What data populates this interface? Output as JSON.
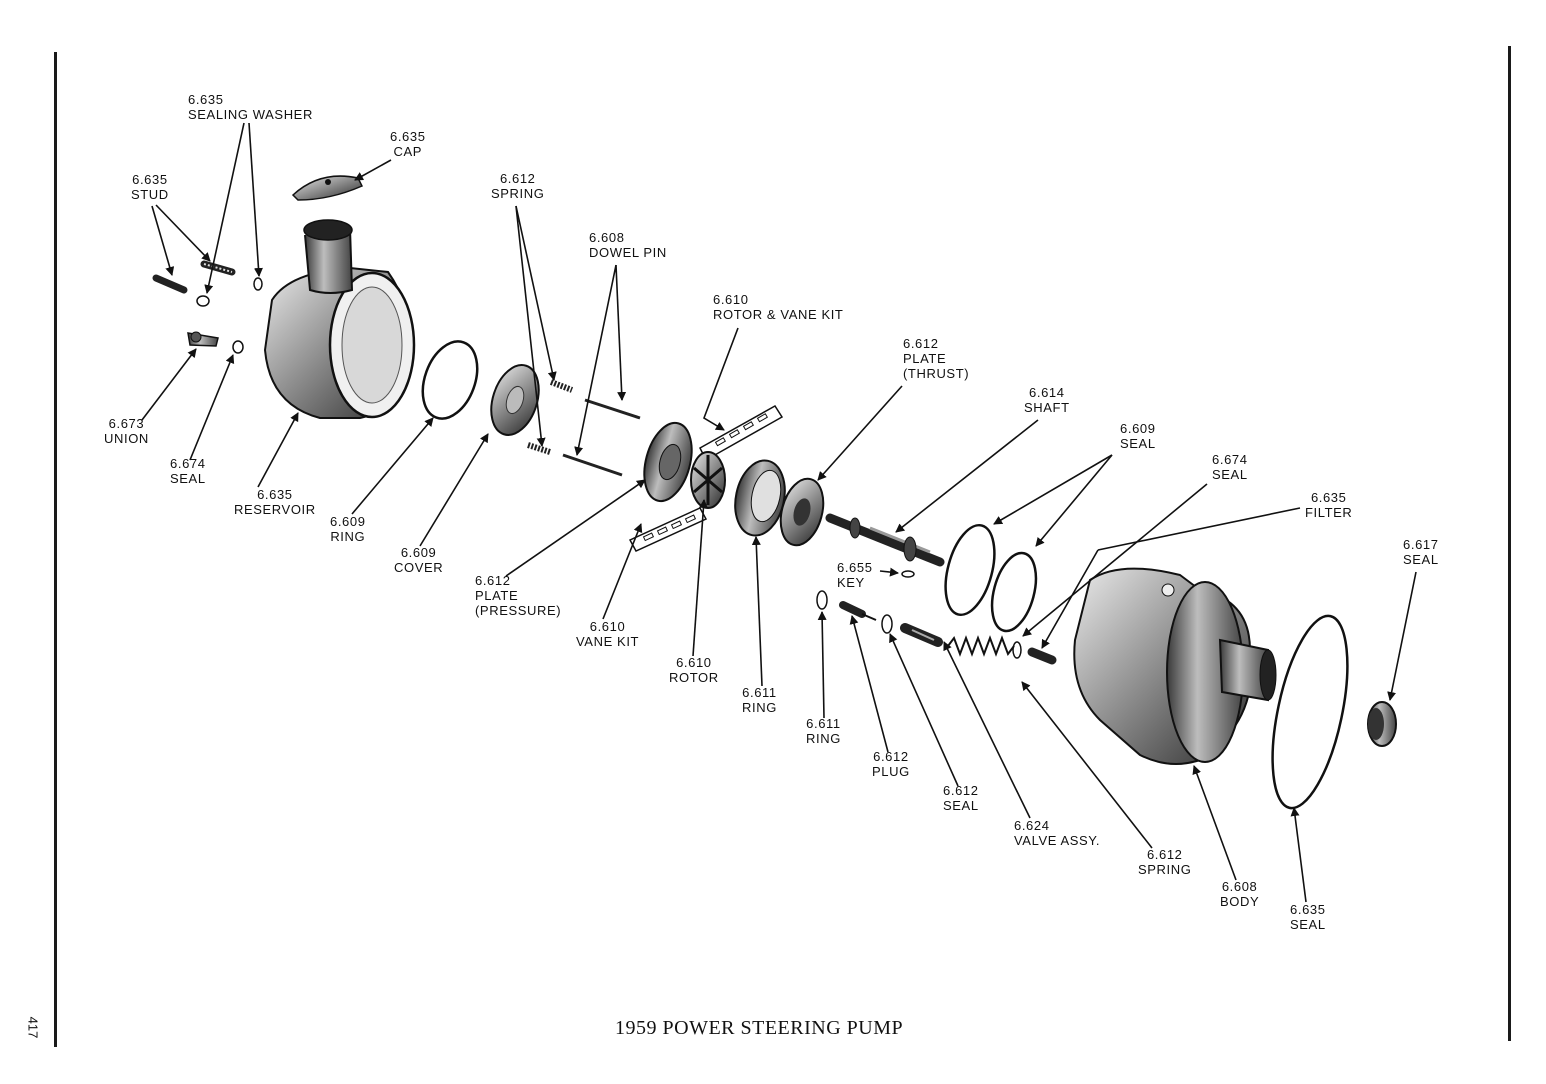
{
  "title": "1959 POWER STEERING PUMP",
  "page_number": "417",
  "labels": {
    "sealing_washer": {
      "num": "6.635",
      "name": "SEALING WASHER"
    },
    "cap": {
      "num": "6.635",
      "name": "CAP"
    },
    "stud": {
      "num": "6.635",
      "name": "STUD"
    },
    "spring_top": {
      "num": "6.612",
      "name": "SPRING"
    },
    "dowel_pin": {
      "num": "6.608",
      "name": "DOWEL PIN"
    },
    "rotor_vane_kit": {
      "num": "6.610",
      "name": "ROTOR & VANE KIT"
    },
    "plate_thrust": {
      "num": "6.612",
      "name": "PLATE",
      "sub": "(THRUST)"
    },
    "shaft": {
      "num": "6.614",
      "name": "SHAFT"
    },
    "seal_6609": {
      "num": "6.609",
      "name": "SEAL"
    },
    "seal_6674_right": {
      "num": "6.674",
      "name": "SEAL"
    },
    "filter": {
      "num": "6.635",
      "name": "FILTER"
    },
    "seal_6617": {
      "num": "6.617",
      "name": "SEAL"
    },
    "union": {
      "num": "6.673",
      "name": "UNION"
    },
    "seal_6674_left": {
      "num": "6.674",
      "name": "SEAL"
    },
    "reservoir": {
      "num": "6.635",
      "name": "RESERVOIR"
    },
    "ring_6609": {
      "num": "6.609",
      "name": "RING"
    },
    "cover": {
      "num": "6.609",
      "name": "COVER"
    },
    "plate_pressure": {
      "num": "6.612",
      "name": "PLATE",
      "sub": "(PRESSURE)"
    },
    "vane_kit": {
      "num": "6.610",
      "name": "VANE KIT"
    },
    "rotor": {
      "num": "6.610",
      "name": "ROTOR"
    },
    "ring_6611_a": {
      "num": "6.611",
      "name": "RING"
    },
    "key": {
      "num": "6.655",
      "name": "KEY"
    },
    "ring_6611_b": {
      "num": "6.611",
      "name": "RING"
    },
    "plug": {
      "num": "6.612",
      "name": "PLUG"
    },
    "seal_6612": {
      "num": "6.612",
      "name": "SEAL"
    },
    "valve_assy": {
      "num": "6.624",
      "name": "VALVE ASSY."
    },
    "spring_bottom": {
      "num": "6.612",
      "name": "SPRING"
    },
    "body": {
      "num": "6.608",
      "name": "BODY"
    },
    "seal_6635": {
      "num": "6.635",
      "name": "SEAL"
    }
  }
}
